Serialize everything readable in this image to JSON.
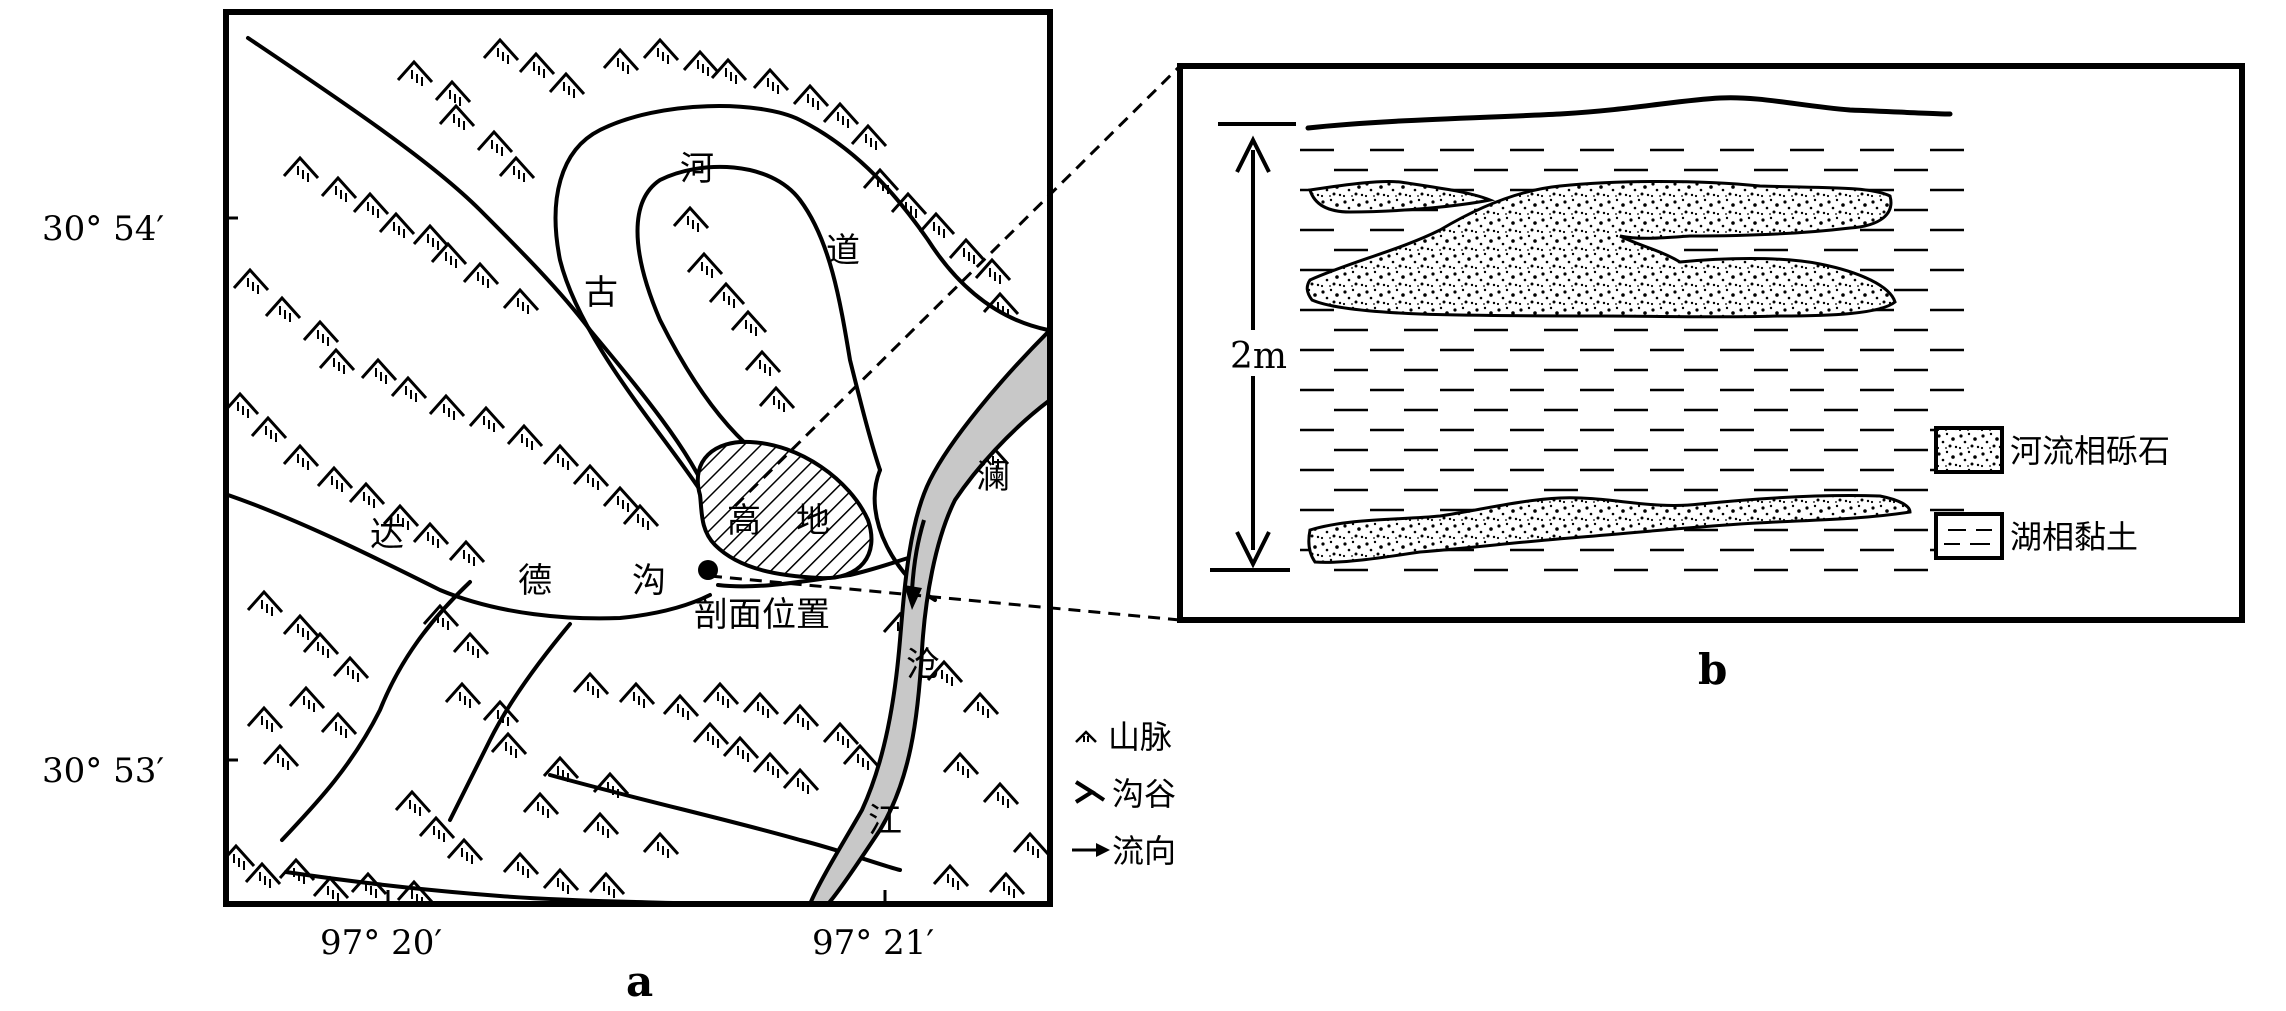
{
  "panel_a": {
    "caption": "a",
    "latitude_labels": [
      "30° 54′",
      "30° 53′"
    ],
    "longitude_labels": [
      "97° 20′",
      "97° 21′"
    ],
    "feature_labels": {
      "old_channel": [
        "河",
        "道",
        "古"
      ],
      "highland": [
        "高",
        "地"
      ],
      "river": [
        "澜",
        "沧",
        "江"
      ],
      "gully": [
        "达",
        "德",
        "沟"
      ],
      "profile_location": "剖面位置"
    },
    "legend": [
      {
        "symbol": "mountain-symbol",
        "label": "山脉"
      },
      {
        "symbol": "gully-symbol",
        "label": "沟谷"
      },
      {
        "symbol": "arrow-symbol",
        "label": "流向"
      }
    ]
  },
  "panel_b": {
    "caption": "b",
    "scale_label": "2m",
    "legend": [
      {
        "symbol": "gravel-pattern",
        "label": "河流相砾石"
      },
      {
        "symbol": "clay-pattern",
        "label": "湖相黏土"
      }
    ]
  },
  "colors": {
    "ink": "#000000",
    "river_fill": "#c8c8c8",
    "background": "#ffffff"
  }
}
